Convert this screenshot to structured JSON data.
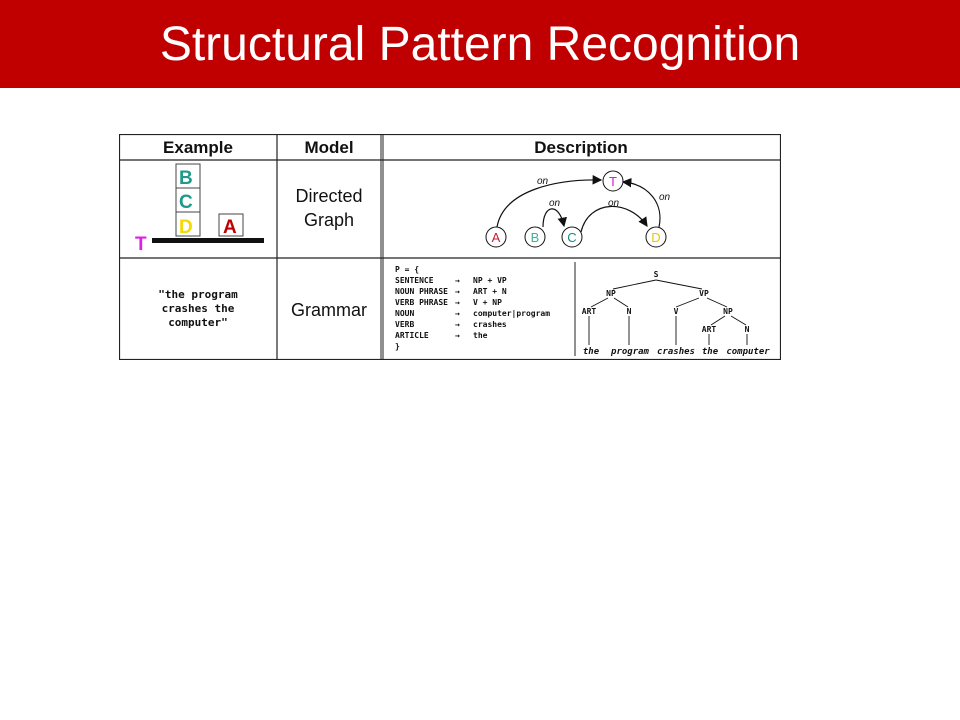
{
  "slide": {
    "title": "Structural Pattern Recognition"
  },
  "table": {
    "headers": [
      "Example",
      "Model",
      "Description"
    ],
    "row1": {
      "model_line1": "Directed",
      "model_line2": "Graph",
      "blocks": [
        "B",
        "C",
        "D",
        "A"
      ],
      "table_label": "T",
      "graph_nodes": [
        "A",
        "B",
        "C",
        "D",
        "T"
      ],
      "edge_label": "on"
    },
    "row2": {
      "example_lines": [
        "\"the program",
        "crashes the",
        "computer\""
      ],
      "model": "Grammar",
      "grammar_lines": [
        {
          "lhs": "P = {",
          "arrow": "",
          "rhs": ""
        },
        {
          "lhs": "SENTENCE",
          "arrow": "→",
          "rhs": "NP  + VP"
        },
        {
          "lhs": "NOUN PHRASE",
          "arrow": "→",
          "rhs": "ART + N"
        },
        {
          "lhs": "VERB PHRASE",
          "arrow": "→",
          "rhs": "V   + NP"
        },
        {
          "lhs": "NOUN",
          "arrow": "→",
          "rhs": "computer|program"
        },
        {
          "lhs": "VERB",
          "arrow": "→",
          "rhs": "crashes"
        },
        {
          "lhs": "ARTICLE",
          "arrow": "→",
          "rhs": "the"
        },
        {
          "lhs": "}",
          "arrow": "",
          "rhs": ""
        }
      ],
      "tree": {
        "root": "S",
        "np": "NP",
        "vp": "VP",
        "art": "ART",
        "n": "N",
        "v": "V",
        "np2": "NP",
        "art2": "ART",
        "n2": "N",
        "words": [
          "the",
          "program",
          "crashes",
          "the",
          "computer"
        ]
      }
    }
  },
  "colors": {
    "title_bar": "#c00000",
    "block_B": "#1f9a8a",
    "block_C": "#1f9a8a",
    "block_D": "#f5d800",
    "block_A": "#c00000",
    "label_T": "#e020e0",
    "node_A": "#c02030",
    "node_B": "#3fb0a0",
    "node_C": "#1a8a80",
    "node_D": "#e8c800",
    "node_T": "#d020d0"
  }
}
